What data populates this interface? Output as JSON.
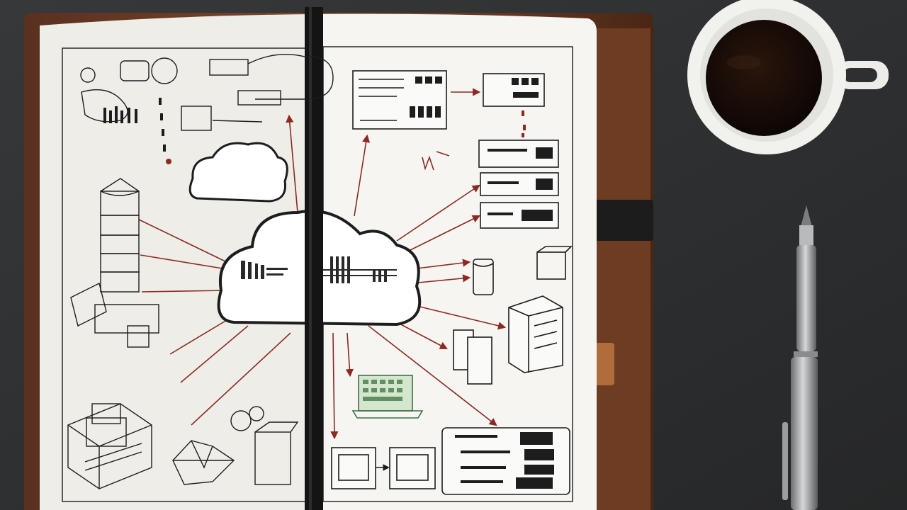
{
  "scene": {
    "description_tags": [
      "notebook",
      "cloud-sketch",
      "coffee-mug",
      "pen"
    ],
    "colors": {
      "desk": "#2e2f31",
      "leather": "#7a4427",
      "leather_dark": "#4a2818",
      "paper": "#f4f3ef",
      "ink": "#1d1d1d",
      "red_ink": "#8c2a22",
      "green_sketch": "#5f8f63",
      "coffee": "#1a0d08",
      "mug": "#f1f1ee",
      "pen_silver": "#a6a7a9"
    }
  }
}
